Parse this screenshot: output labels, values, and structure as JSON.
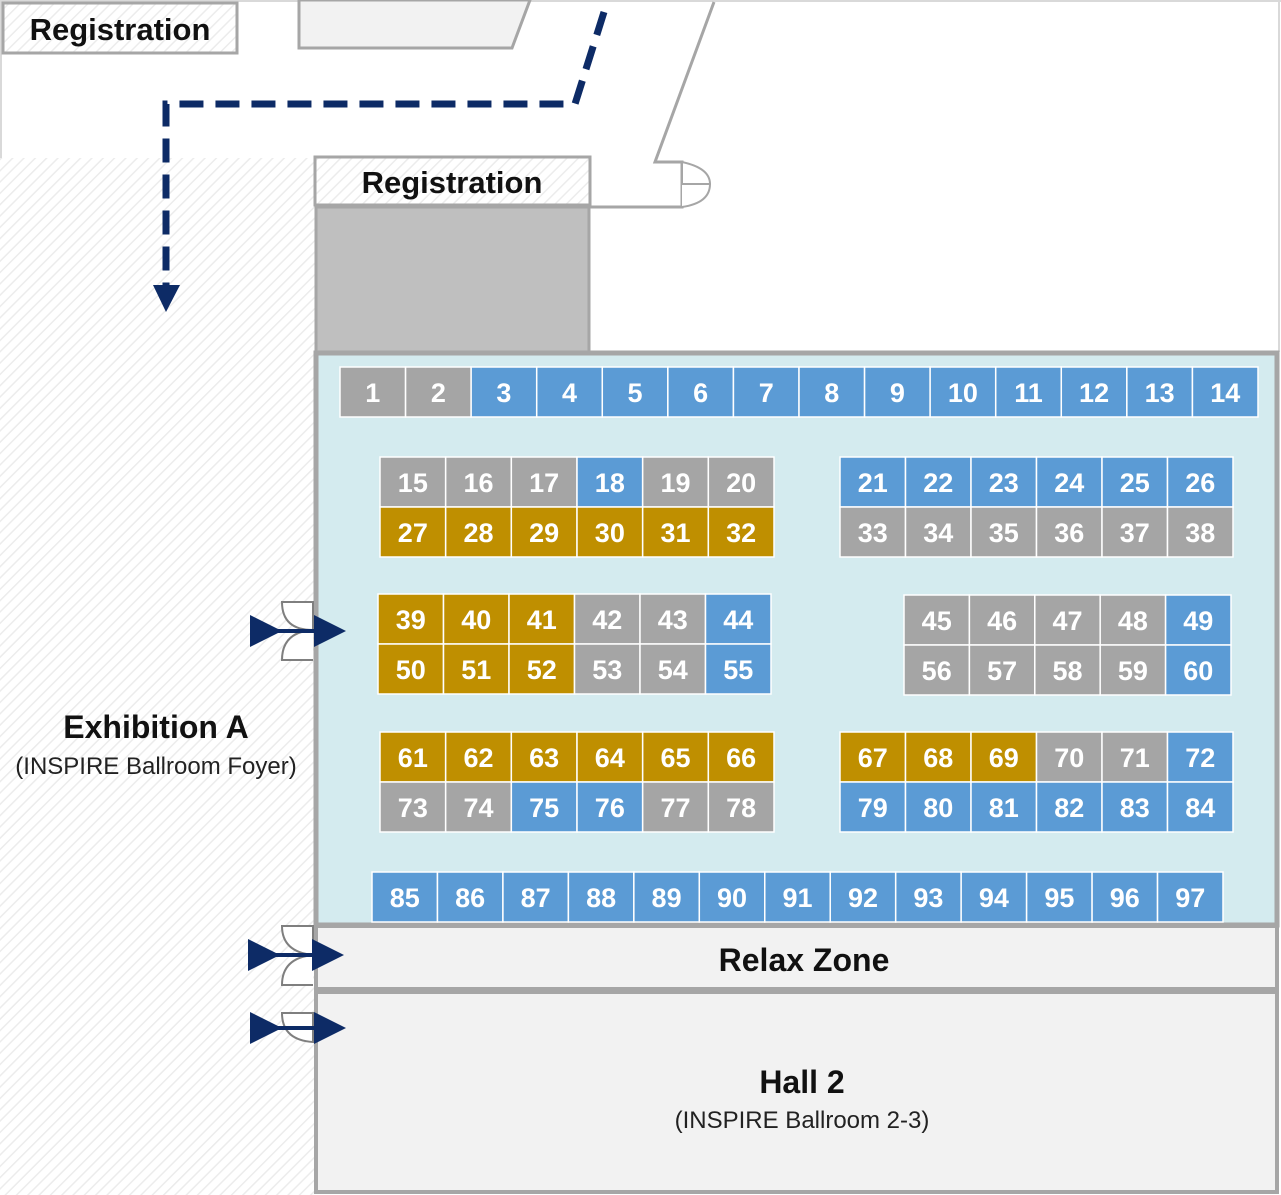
{
  "labels": {
    "registration_top": "Registration",
    "registration_mid": "Registration",
    "exhibition_title": "Exhibition A",
    "exhibition_subtitle": "(INSPIRE Ballroom Foyer)",
    "relax_zone": "Relax Zone",
    "hall_title": "Hall 2",
    "hall_subtitle": "(INSPIRE Ballroom 2-3)"
  },
  "colors": {
    "blue": "#5b9bd5",
    "gray": "#a5a5a5",
    "gold": "#bf8f00",
    "hall_bg": "#d4ebef",
    "wall": "#a6a6a6",
    "navy": "#0d2b66",
    "relax_bg": "#f2f2f2",
    "block_gray": "#bfbfbf"
  },
  "booth_rows": [
    {
      "name": "row-1-14",
      "numbers": [
        "1",
        "2",
        "3",
        "4",
        "5",
        "6",
        "7",
        "8",
        "9",
        "10",
        "11",
        "12",
        "13",
        "14"
      ],
      "colors": [
        "gray",
        "gray",
        "blue",
        "blue",
        "blue",
        "blue",
        "blue",
        "blue",
        "blue",
        "blue",
        "blue",
        "blue",
        "blue",
        "blue"
      ]
    },
    {
      "name": "row-15-20",
      "numbers": [
        "15",
        "16",
        "17",
        "18",
        "19",
        "20"
      ],
      "colors": [
        "gray",
        "gray",
        "gray",
        "blue",
        "gray",
        "gray"
      ]
    },
    {
      "name": "row-27-32",
      "numbers": [
        "27",
        "28",
        "29",
        "30",
        "31",
        "32"
      ],
      "colors": [
        "gold",
        "gold",
        "gold",
        "gold",
        "gold",
        "gold"
      ]
    },
    {
      "name": "row-21-26",
      "numbers": [
        "21",
        "22",
        "23",
        "24",
        "25",
        "26"
      ],
      "colors": [
        "blue",
        "blue",
        "blue",
        "blue",
        "blue",
        "blue"
      ]
    },
    {
      "name": "row-33-38",
      "numbers": [
        "33",
        "34",
        "35",
        "36",
        "37",
        "38"
      ],
      "colors": [
        "gray",
        "gray",
        "gray",
        "gray",
        "gray",
        "gray"
      ]
    },
    {
      "name": "row-39-44",
      "numbers": [
        "39",
        "40",
        "41",
        "42",
        "43",
        "44"
      ],
      "colors": [
        "gold",
        "gold",
        "gold",
        "gray",
        "gray",
        "blue"
      ]
    },
    {
      "name": "row-50-55",
      "numbers": [
        "50",
        "51",
        "52",
        "53",
        "54",
        "55"
      ],
      "colors": [
        "gold",
        "gold",
        "gold",
        "gray",
        "gray",
        "blue"
      ]
    },
    {
      "name": "row-45-49",
      "numbers": [
        "45",
        "46",
        "47",
        "48",
        "49"
      ],
      "colors": [
        "gray",
        "gray",
        "gray",
        "gray",
        "blue"
      ]
    },
    {
      "name": "row-56-60",
      "numbers": [
        "56",
        "57",
        "58",
        "59",
        "60"
      ],
      "colors": [
        "gray",
        "gray",
        "gray",
        "gray",
        "blue"
      ]
    },
    {
      "name": "row-61-66",
      "numbers": [
        "61",
        "62",
        "63",
        "64",
        "65",
        "66"
      ],
      "colors": [
        "gold",
        "gold",
        "gold",
        "gold",
        "gold",
        "gold"
      ]
    },
    {
      "name": "row-73-78",
      "numbers": [
        "73",
        "74",
        "75",
        "76",
        "77",
        "78"
      ],
      "colors": [
        "gray",
        "gray",
        "blue",
        "blue",
        "gray",
        "gray"
      ]
    },
    {
      "name": "row-67-72",
      "numbers": [
        "67",
        "68",
        "69",
        "70",
        "71",
        "72"
      ],
      "colors": [
        "gold",
        "gold",
        "gold",
        "gray",
        "gray",
        "blue"
      ]
    },
    {
      "name": "row-79-84",
      "numbers": [
        "79",
        "80",
        "81",
        "82",
        "83",
        "84"
      ],
      "colors": [
        "blue",
        "blue",
        "blue",
        "blue",
        "blue",
        "blue"
      ]
    },
    {
      "name": "row-85-97",
      "numbers": [
        "85",
        "86",
        "87",
        "88",
        "89",
        "90",
        "91",
        "92",
        "93",
        "94",
        "95",
        "96",
        "97"
      ],
      "colors": [
        "blue",
        "blue",
        "blue",
        "blue",
        "blue",
        "blue",
        "blue",
        "blue",
        "blue",
        "blue",
        "blue",
        "blue",
        "blue"
      ]
    }
  ]
}
